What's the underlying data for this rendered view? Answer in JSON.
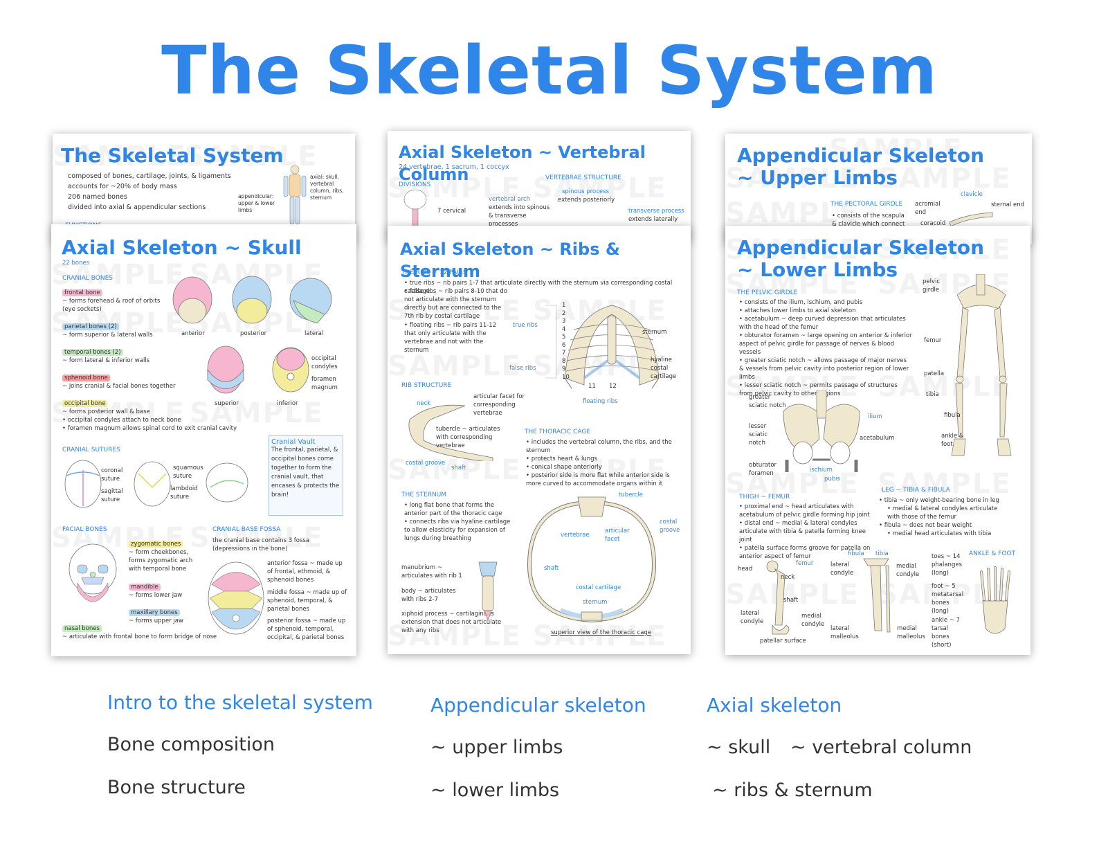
{
  "title": "The Skeletal System",
  "watermark": "SAMPLE",
  "cards": {
    "intro": {
      "title": "The Skeletal System",
      "bullets": [
        "composed of bones, cartilage, joints, & ligaments",
        "accounts for ~20% of body mass",
        "206 named bones",
        "divided into axial & appendicular sections"
      ],
      "note_axial": "axial: skull, vertebral column, ribs, sternum",
      "note_appendicular": "appendicular: upper & lower limbs",
      "functions": "FUNCTIONS"
    },
    "skull": {
      "title": "Axial Skeleton ~ Skull",
      "subtitle": "22 bones",
      "cranial_bones": "CRANIAL BONES",
      "frontal": "frontal bone",
      "frontal_desc": "~ forms forehead & roof of orbits (eye sockets)",
      "parietal": "parietal bones (2)",
      "parietal_desc": "~ form superior & lateral walls",
      "temporal": "temporal bones (2)",
      "temporal_desc": "~ form lateral & inferior walls",
      "sphenoid": "sphenoid bone",
      "sphenoid_desc": "~ joins cranial & facial bones together",
      "occipital": "occipital bone",
      "occipital_desc1": "~ forms posterior wall & base",
      "occipital_desc2": "• occipital condyles attach to neck bone",
      "occipital_desc3": "• foramen magnum allows spinal cord to exit cranial cavity",
      "view_anterior": "anterior",
      "view_posterior": "posterior",
      "view_lateral": "lateral",
      "view_superior": "superior",
      "view_inferior": "inferior",
      "occ_condyles": "occipital condyles",
      "foramen_magnum": "foramen magnum",
      "cranial_sutures": "CRANIAL SUTURES",
      "coronal": "coronal suture",
      "sagittal": "sagittal suture",
      "squamous": "squamous suture",
      "lambdoid": "lambdoid suture",
      "vault_title": "Cranial Vault",
      "vault_text": "The frontal, parietal, & occipital bones come together to form the cranial vault, that encases & protects the brain!",
      "facial_bones": "FACIAL BONES",
      "zygomatic": "zygomatic bones",
      "zygomatic_desc": "~ form cheekbones, forms zygomatic arch with temporal bone",
      "mandible": "mandible",
      "mandible_desc": "~ forms lower jaw",
      "maxillary": "maxillary bones",
      "maxillary_desc": "~ forms upper jaw",
      "nasal": "nasal bones",
      "nasal_desc": "~ articulate with frontal bone to form bridge of nose",
      "base_fossa": "CRANIAL BASE FOSSA",
      "base_desc": "the cranial base contains 3 fossa (depressions in the bone)",
      "anterior_fossa": "anterior fossa ~ made up of frontal, ethmoid, & sphenoid bones",
      "middle_fossa": "middle fossa ~ made up of sphenoid, temporal, & parietal bones",
      "posterior_fossa": "posterior fossa ~ made up of sphenoid, temporal, occipital, & parietal bones"
    },
    "vertebral": {
      "title": "Axial Skeleton ~ Vertebral Column",
      "subtitle": "24 vertebrae, 1 sacrum, 1 coccyx",
      "divisions": "DIVISIONS",
      "cervical": "7 cervical",
      "structure": "VERTEBRAE STRUCTURE",
      "spinous": "spinous process",
      "spinous_desc": "extends posteriorly",
      "arch": "vertebral arch",
      "arch_desc": "extends into spinous & transverse processes",
      "transverse": "transverse process",
      "transverse_desc": "extends laterally"
    },
    "ribs": {
      "title": "Axial Skeleton ~ Ribs & Sternum",
      "ribs_head": "THE RIBS ~ 12 PAIRS",
      "true_ribs": "• true ribs ~ rib pairs 1-7 that articulate directly with the sternum via corresponding costal cartilage",
      "false_ribs": "• false ribs ~ rib pairs 8-10 that do not articulate with the sternum directly but are connected to the 7th rib by costal cartilage",
      "floating_ribs": "• floating ribs ~ rib pairs 11-12 that only articulate with the vertebrae and not with the sternum",
      "label_true": "true ribs",
      "label_false": "false ribs",
      "label_floating": "floating ribs",
      "label_sternum": "sternum",
      "label_hyaline": "hyaline costal cartilage",
      "rib_numbers": [
        "1",
        "2",
        "3",
        "4",
        "5",
        "6",
        "7",
        "8",
        "9",
        "10",
        "11",
        "12"
      ],
      "rib_structure": "RIB STRUCTURE",
      "neck": "neck",
      "facet": "articular facet for corresponding vertebrae",
      "tubercle": "tubercle ~ articulates with corresponding vertebrae",
      "costal_groove": "costal groove",
      "shaft": "shaft",
      "cage_head": "THE THORACIC CAGE",
      "cage_points": [
        "includes the vertebral column, the ribs, and the sternum",
        "protects heart & lungs",
        "conical shape anteriorly",
        "posterior side is more flat while anterior side is more curved to accommodate organs within it"
      ],
      "sternum_head": "THE STERNUM",
      "sternum_points": [
        "long flat bone that forms the anterior part of the thoracic cage",
        "connects ribs via hyaline cartilage to allow elasticity for expansion of lungs during breathing"
      ],
      "manubrium": "manubrium ~ articulates with rib 1",
      "body": "body ~ articulates with ribs 2-7",
      "xiphoid": "xiphoid process ~ cartilaginous extension that does not articulate with any ribs",
      "sup_view": "superior view of the thoracic cage",
      "lbl_tubercle": "tubercle",
      "lbl_vertebrae": "vertebrae",
      "lbl_artfacet": "articular facet",
      "lbl_costalgroove": "costal groove",
      "lbl_shaft": "shaft",
      "lbl_costalcart": "costal cartilage",
      "lbl_sternum": "sternum"
    },
    "upper": {
      "title": "Appendicular Skeleton ~ Upper Limbs",
      "pectoral": "THE PECTORAL GIRDLE",
      "pectoral_desc": "• consists of the scapula & clavicle which connect",
      "clavicle": "clavicle",
      "acromial": "acromial end",
      "sternal": "sternal end",
      "coracoid": "coracoid"
    },
    "lower": {
      "title": "Appendicular Skeleton ~ Lower Limbs",
      "pelvic_head": "THE PELVIC GIRDLE",
      "pelvic_points": [
        "consists of the ilium, ischium, and pubis",
        "attaches lower limbs to axial skeleton",
        "acetabulum ~ deep curved depression that articulates with the head of the femur",
        "obturator foramen ~ large opening on anterior & inferior aspect of pelvic girdle for passage of nerves & blood vessels",
        "greater sciatic notch ~ allows passage of major nerves & vessels from pelvic cavity into posterior region of lower limbs",
        "lesser sciatic notch ~ permits passage of structures from pelvic cavity to other regions"
      ],
      "lbl_pelvic": "pelvic girdle",
      "lbl_femur": "femur",
      "lbl_patella": "patella",
      "lbl_tibia": "tibia",
      "lbl_fibula": "fibula",
      "lbl_ankle": "ankle & foot",
      "lbl_greater": "greater sciatic notch",
      "lbl_lesser": "lesser sciatic notch",
      "lbl_obturator": "obturator foramen",
      "lbl_ilium": "ilium",
      "lbl_acetabulum": "acetabulum",
      "lbl_ischium": "ischium",
      "lbl_pubis": "pubis",
      "thigh_head": "THIGH ~ FEMUR",
      "thigh_points": [
        "proximal end ~ head articulates with acetabulum of pelvic girdle forming hip joint",
        "distal end ~ medial & lateral condyles articulate with tibia & patella forming knee joint",
        "patella surface forms groove for patella on anterior aspect of femur"
      ],
      "leg_head": "LEG ~ TIBIA & FIBULA",
      "leg_points": [
        "tibia ~ only weight-bearing bone in leg",
        "medial & lateral condyles articulate with those of the femur",
        "fibula ~ does not bear weight",
        "medial head articulates with tibia"
      ],
      "ankle_head": "ANKLE & FOOT",
      "toes": "toes ~ 14 phalanges (long)",
      "foot": "foot ~ 5 metatarsal bones (long)",
      "ankle": "ankle ~ 7 tarsal bones (short)",
      "lbl_head": "head",
      "lbl_neck": "neck",
      "lbl_shaft": "shaft",
      "lbl_latcondyle": "lateral condyle",
      "lbl_medcondyle": "medial condyle",
      "lbl_patellar": "patellar surface",
      "lbl_femur2": "femur",
      "lbl_fibula2": "fibula",
      "lbl_tibia2": "tibia",
      "lbl_latcondyle2": "lateral condyle",
      "lbl_medcondyle2": "medial condyle",
      "lbl_latmall": "lateral malleolus",
      "lbl_medmall": "medial malleolus"
    }
  },
  "bottom": {
    "col1": {
      "heading": "Intro to the skeletal system",
      "items": [
        "Bone composition",
        "Bone structure"
      ]
    },
    "col2": {
      "heading": "Appendicular skeleton",
      "items": [
        "~ upper limbs",
        "~ lower limbs"
      ]
    },
    "col3": {
      "heading": "Axial skeleton",
      "items": [
        "~ skull",
        "~ vertebral column",
        "~ ribs & sternum"
      ]
    }
  },
  "colors": {
    "accent": "#2f86e8",
    "bone": "#efe8cf",
    "pink": "#f6b6cf",
    "yellow": "#f3ec9a",
    "blue": "#b9d8f2",
    "green": "#c5ebc0"
  }
}
